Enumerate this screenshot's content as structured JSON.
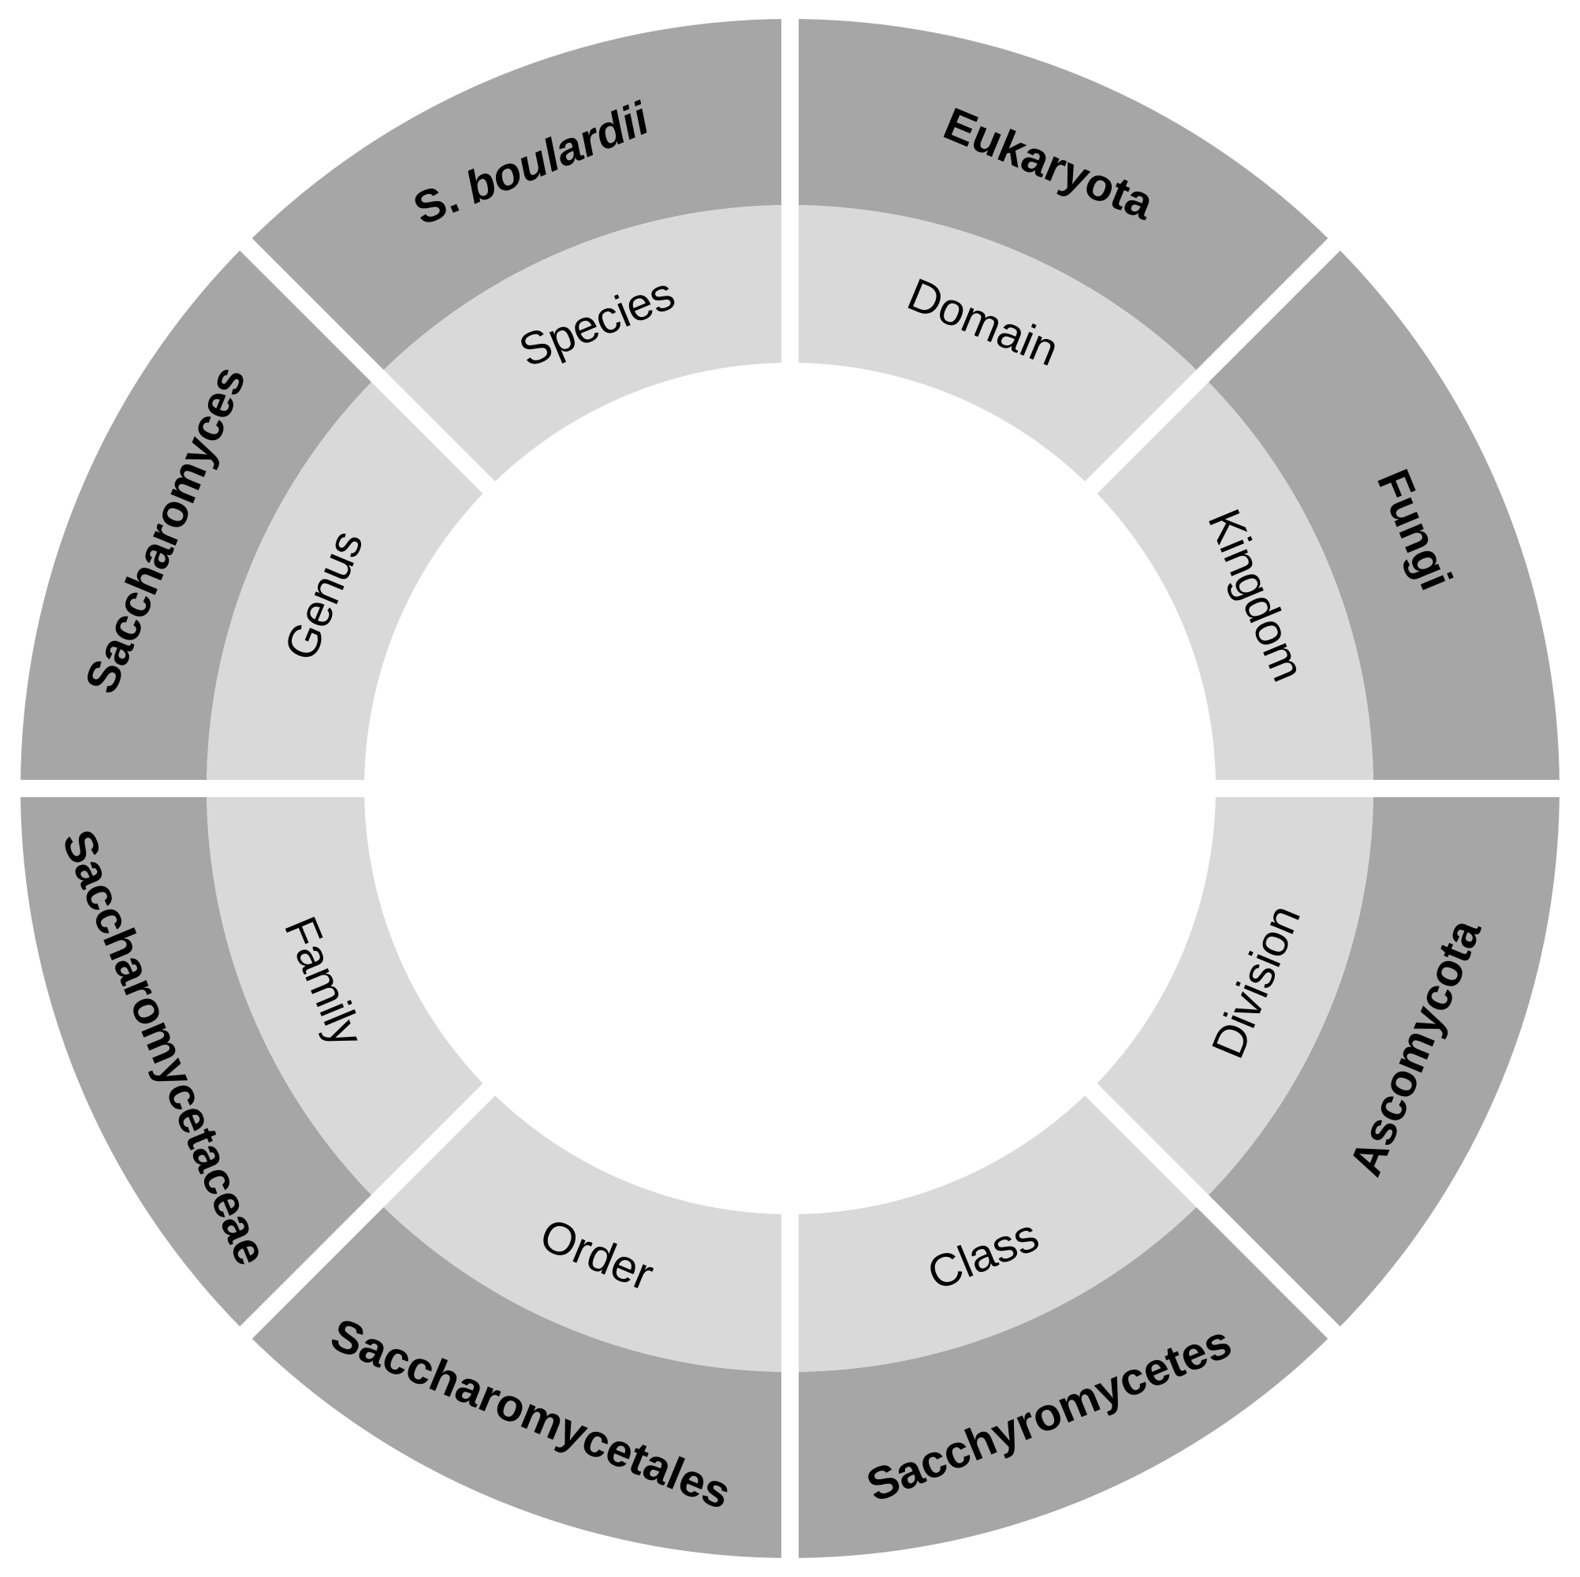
{
  "colors": {
    "background": "#ffffff",
    "outer_ring": "#a6a6a6",
    "inner_ring": "#d9d9d9",
    "text": "#000000"
  },
  "segments": [
    {
      "rank": "Domain",
      "taxon": "Eukaryota",
      "taxon_italic": false
    },
    {
      "rank": "Kingdom",
      "taxon": "Fungi",
      "taxon_italic": false
    },
    {
      "rank": "Division",
      "taxon": "Ascomycota",
      "taxon_italic": false
    },
    {
      "rank": "Class",
      "taxon": "Sacchyromycetes",
      "taxon_italic": false
    },
    {
      "rank": "Order",
      "taxon": "Saccharomycetales",
      "taxon_italic": false
    },
    {
      "rank": "Family",
      "taxon": "Saccharomycetaceae",
      "taxon_italic": false
    },
    {
      "rank": "Genus",
      "taxon": "Saccharomyces",
      "taxon_italic": false
    },
    {
      "rank": "Species",
      "taxon_prefix": "S. ",
      "taxon": "boulardii",
      "taxon_italic": true
    }
  ]
}
